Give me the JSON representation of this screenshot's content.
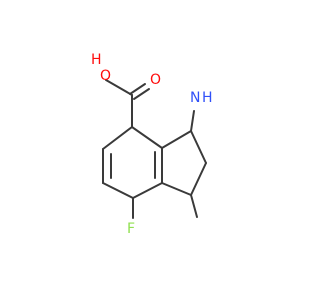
{
  "molecule": {
    "labels": {
      "hydroxyl": "O",
      "hydroxyl_h": "H",
      "carbonyl_o": "O",
      "amine_n": "N",
      "amine_h": "H",
      "fluorine": "F"
    },
    "colors": {
      "bond": "#3a3a3a",
      "oxygen": "#ff0d0d",
      "nitrogen": "#3050f8",
      "fluorine": "#90e050"
    }
  }
}
